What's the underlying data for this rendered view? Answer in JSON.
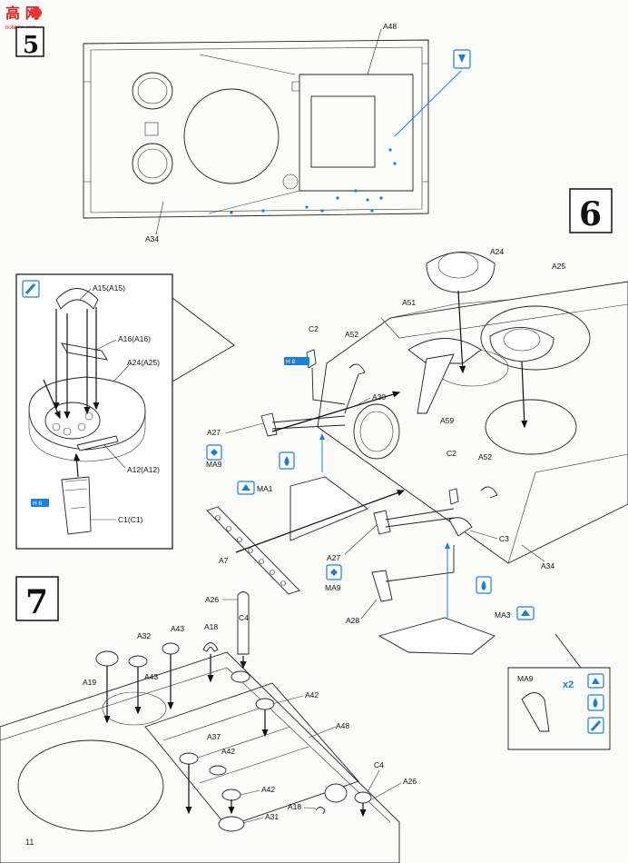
{
  "watermark": {
    "title": "高 网",
    "url": "hobbies.com"
  },
  "page": {
    "number": "11"
  },
  "steps": [
    {
      "number": "5"
    },
    {
      "number": "6"
    },
    {
      "number": "7"
    }
  ],
  "badges": {
    "h8a": "H 8",
    "h8b": "H 8",
    "x2": "x2"
  },
  "labels": {
    "step5": [
      "A48",
      "A34"
    ],
    "inset": [
      "A15(A15)",
      "A16(A16)",
      "A24(A25)",
      "A12(A12)",
      "C1(C1)"
    ],
    "step6": [
      "A24",
      "A25",
      "C2",
      "A52",
      "A51",
      "A30",
      "A59",
      "A27",
      "MA9",
      "MA1",
      "C2",
      "A52",
      "C3",
      "A34",
      "A7",
      "A27",
      "MA9",
      "A28",
      "MA3",
      "MA9"
    ],
    "step7": [
      "A19",
      "A32",
      "A43",
      "A43",
      "A18",
      "A26",
      "C4",
      "A42",
      "A48",
      "A37",
      "A42",
      "A42",
      "A31",
      "C4",
      "A26",
      "A18"
    ]
  }
}
